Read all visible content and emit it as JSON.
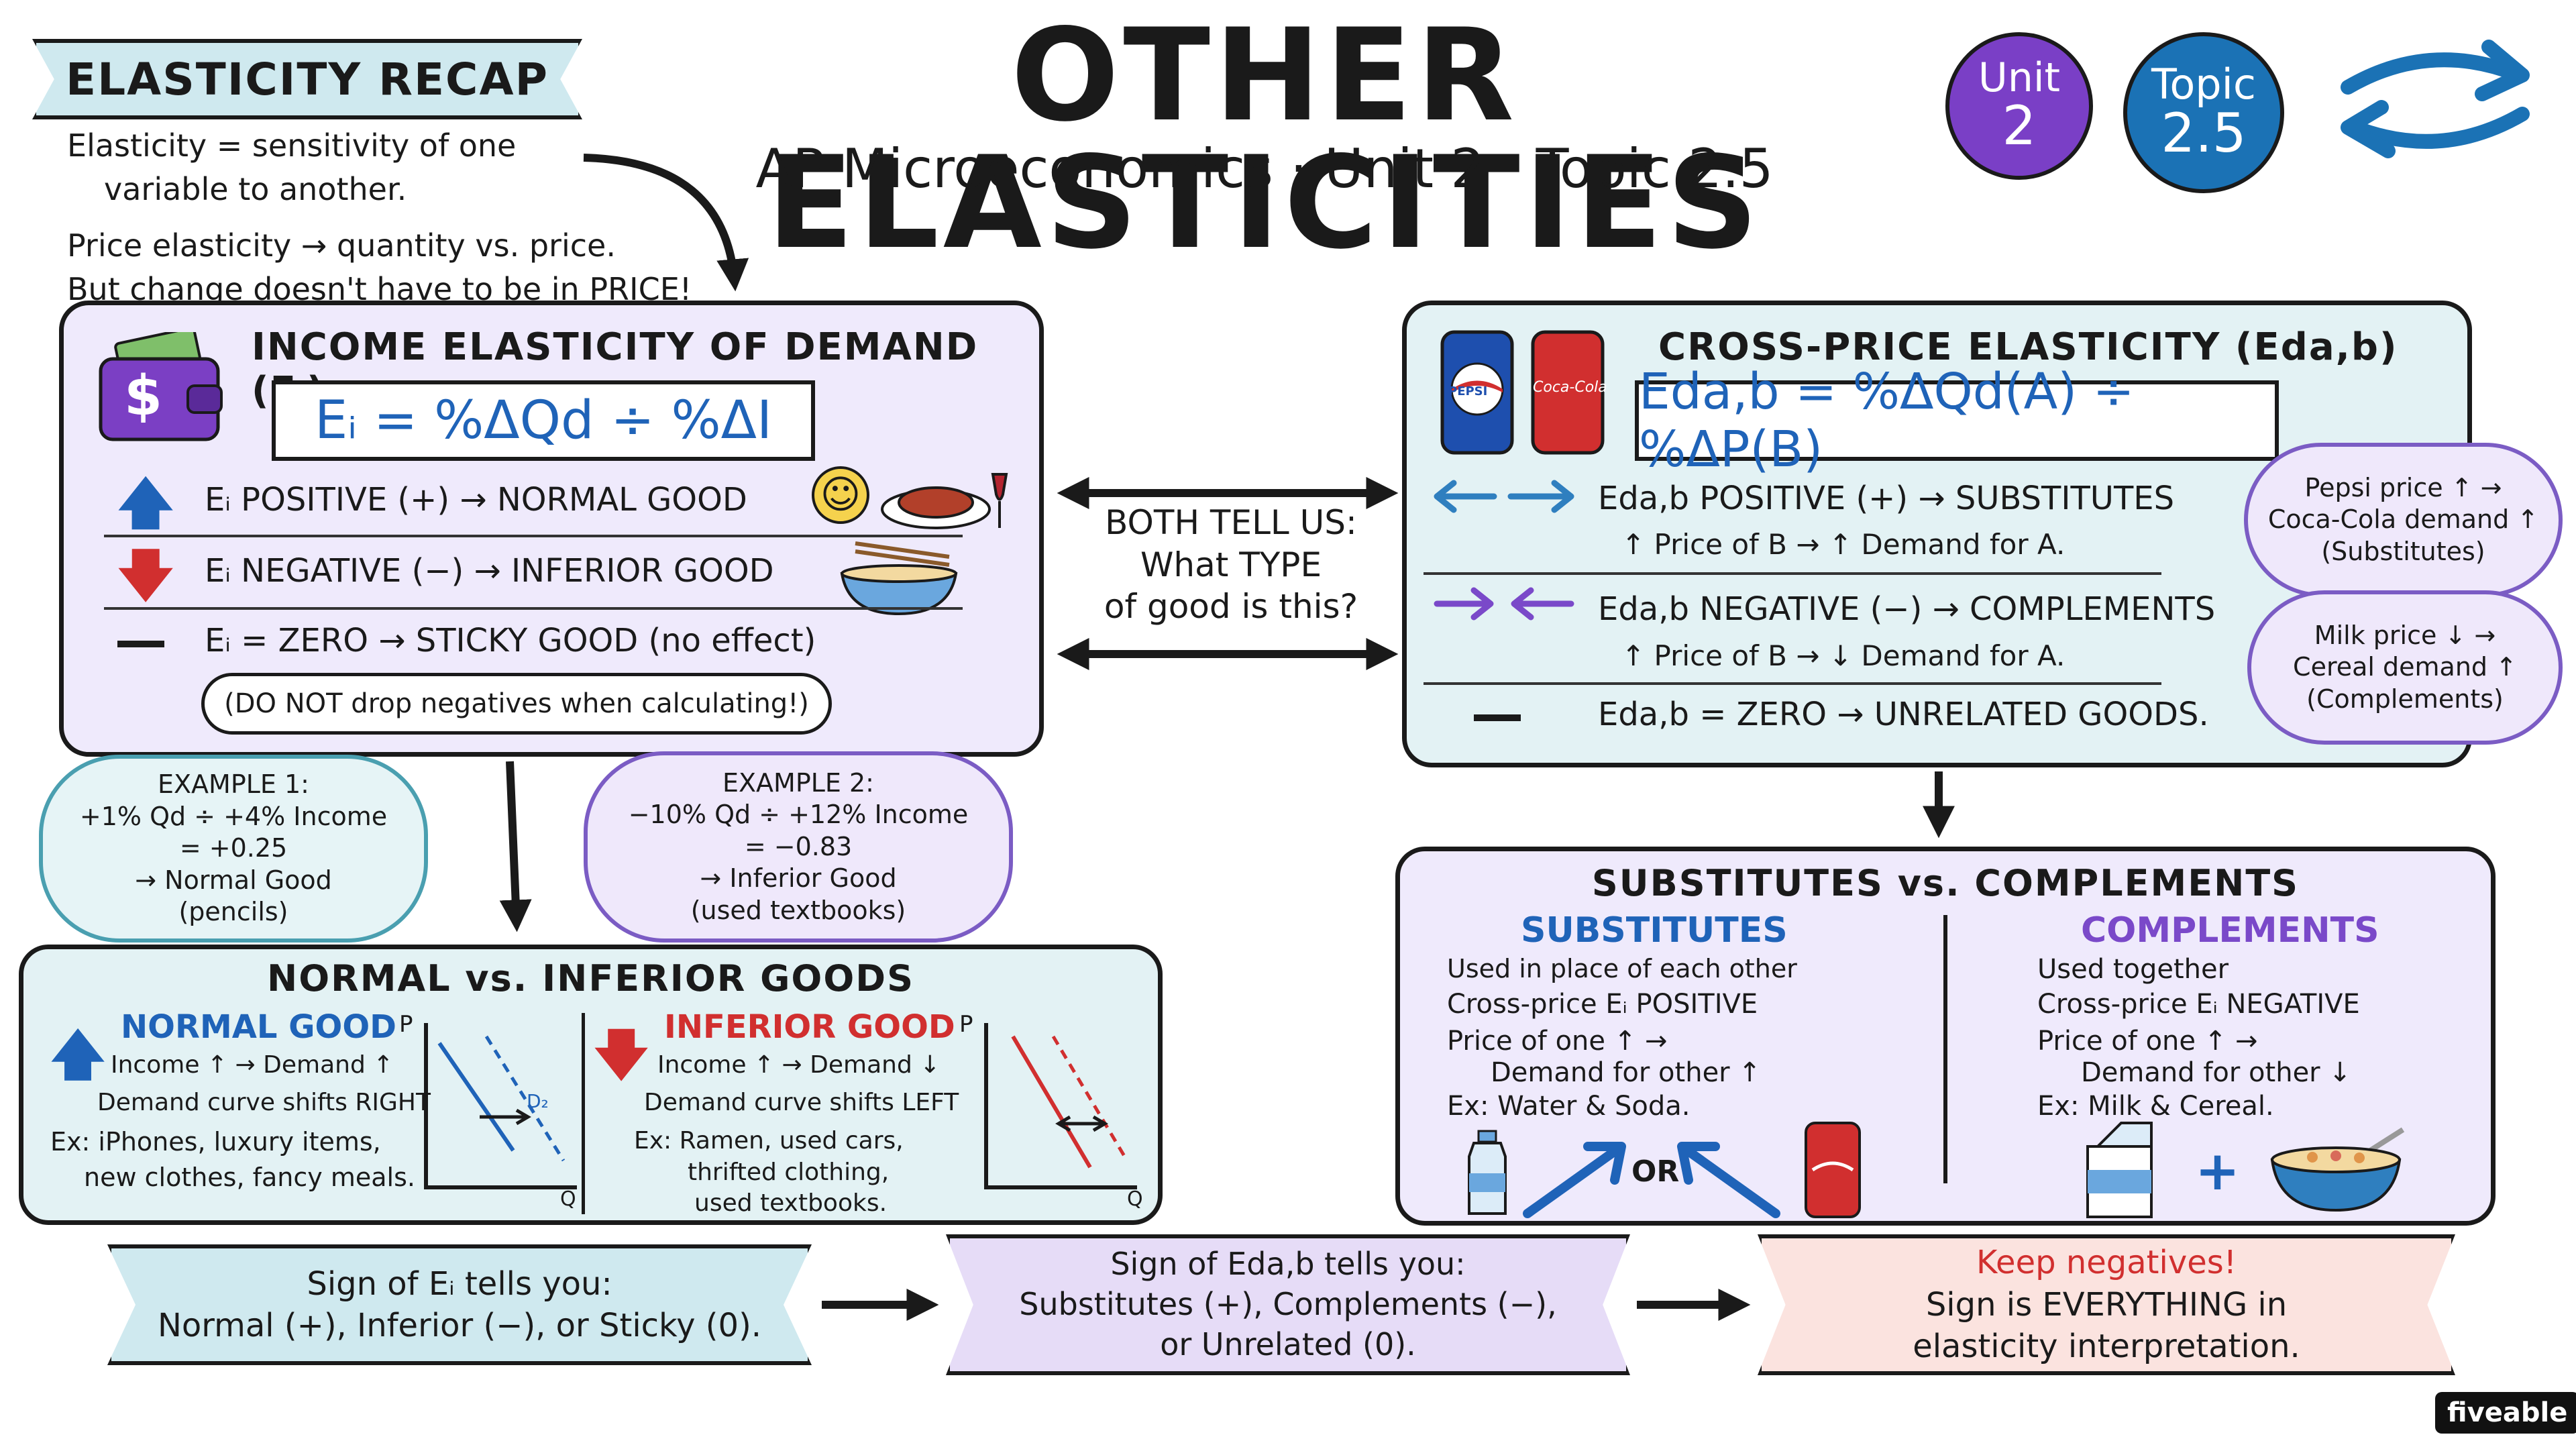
{
  "header": {
    "title": "OTHER ELASTICITIES",
    "subtitle": "AP Microeconomics · Unit 2 · Topic 2.5",
    "unit_badge_line1": "Unit",
    "unit_badge_line2": "2",
    "topic_badge_line1": "Topic",
    "topic_badge_line2": "2.5"
  },
  "recap": {
    "label": "ELASTICITY RECAP",
    "line1": "Elasticity = sensitivity of one",
    "line2": "variable to another.",
    "line3": "Price elasticity → quantity vs. price.",
    "line4": "But change doesn't have to be in PRICE!"
  },
  "income": {
    "title": "INCOME ELASTICITY OF DEMAND (Eᵢ)",
    "formula": "Eᵢ = %ΔQd ÷ %ΔI",
    "positive": "Eᵢ POSITIVE (+) → NORMAL GOOD",
    "negative": "Eᵢ NEGATIVE (−) → INFERIOR GOOD",
    "zero": "Eᵢ = ZERO → STICKY GOOD (no effect)",
    "note": "(DO NOT drop negatives when calculating!)",
    "wallet_symbol": "$"
  },
  "middle": {
    "line1": "BOTH TELL US:",
    "line2": "What TYPE",
    "line3": "of good is this?"
  },
  "cross": {
    "title": "CROSS-PRICE ELASTICITY (Eda,b)",
    "formula": "Eda,b = %ΔQd(A) ÷ %ΔP(B)",
    "positive": "Eda,b POSITIVE (+) → SUBSTITUTES",
    "positive_sub": "↑ Price of B → ↑ Demand for A.",
    "negative": "Eda,b NEGATIVE (−) → COMPLEMENTS",
    "negative_sub": "↑ Price of B → ↓ Demand for A.",
    "zero": "Eda,b = ZERO → UNRELATED GOODS.",
    "can1": "PEPSI",
    "can2": "Coca-Cola"
  },
  "cross_notes": {
    "sub1": "Pepsi price ↑ →",
    "sub2": "Coca-Cola demand ↑",
    "sub3": "(Substitutes)",
    "comp1": "Milk price ↓ →",
    "comp2": "Cereal demand ↑",
    "comp3": "(Complements)"
  },
  "example1": {
    "l1": "EXAMPLE 1:",
    "l2": "+1% Qd ÷ +4% Income",
    "l3": "= +0.25",
    "l4": "→ Normal Good",
    "l5": "(pencils)"
  },
  "example2": {
    "l1": "EXAMPLE 2:",
    "l2": "−10% Qd ÷ +12% Income",
    "l3": "= −0.83",
    "l4": "→ Inferior Good",
    "l5": "(used textbooks)"
  },
  "goods": {
    "title": "NORMAL vs. INFERIOR GOODS",
    "normal_title": "NORMAL GOOD",
    "normal_l1": "Income ↑ → Demand ↑",
    "normal_l2": "Demand curve shifts RIGHT",
    "normal_l3": "Ex: iPhones, luxury items,",
    "normal_l4": "new clothes, fancy meals.",
    "inferior_title": "INFERIOR GOOD",
    "inferior_l1": "Income ↑ → Demand ↓",
    "inferior_l2": "Demand curve shifts LEFT",
    "inferior_l3": "Ex: Ramen, used cars,",
    "inferior_l4": "thrifted clothing,",
    "inferior_l5": "used textbooks.",
    "axis_p": "P",
    "axis_q": "Q",
    "d2": "D₂"
  },
  "subcomp": {
    "title": "SUBSTITUTES vs. COMPLEMENTS",
    "sub_title": "SUBSTITUTES",
    "sub_l1": "Used in place of each other",
    "sub_l2": "Cross-price Eᵢ POSITIVE",
    "sub_l3": "Price of one ↑ →",
    "sub_l4": "Demand for other ↑",
    "sub_l5": "Ex: Water & Soda.",
    "or": "OR",
    "comp_title": "COMPLEMENTS",
    "comp_l1": "Used together",
    "comp_l2": "Cross-price Eᵢ NEGATIVE",
    "comp_l3": "Price of one ↑ →",
    "comp_l4": "Demand for other ↓",
    "comp_l5": "Ex: Milk & Cereal.",
    "plus": "+"
  },
  "bottom": {
    "b1_l1": "Sign of Eᵢ tells you:",
    "b1_l2": "Normal (+), Inferior (−), or Sticky (0).",
    "b2_l1": "Sign of Eda,b tells you:",
    "b2_l2": "Substitutes (+), Complements (−),",
    "b2_l3": "or Unrelated (0).",
    "b3_l1": "Keep negatives!",
    "b3_l2": "Sign is EVERYTHING in",
    "b3_l3": "elasticity interpretation."
  },
  "brand": "fiveable",
  "colors": {
    "purple_bg": "#efeafc",
    "teal_bg": "#e3f2f4",
    "blue": "#1f63b8",
    "purple": "#7a49c9",
    "red": "#d12f2f",
    "unit_badge": "#7a3fc6",
    "topic_badge": "#1b72b5"
  }
}
